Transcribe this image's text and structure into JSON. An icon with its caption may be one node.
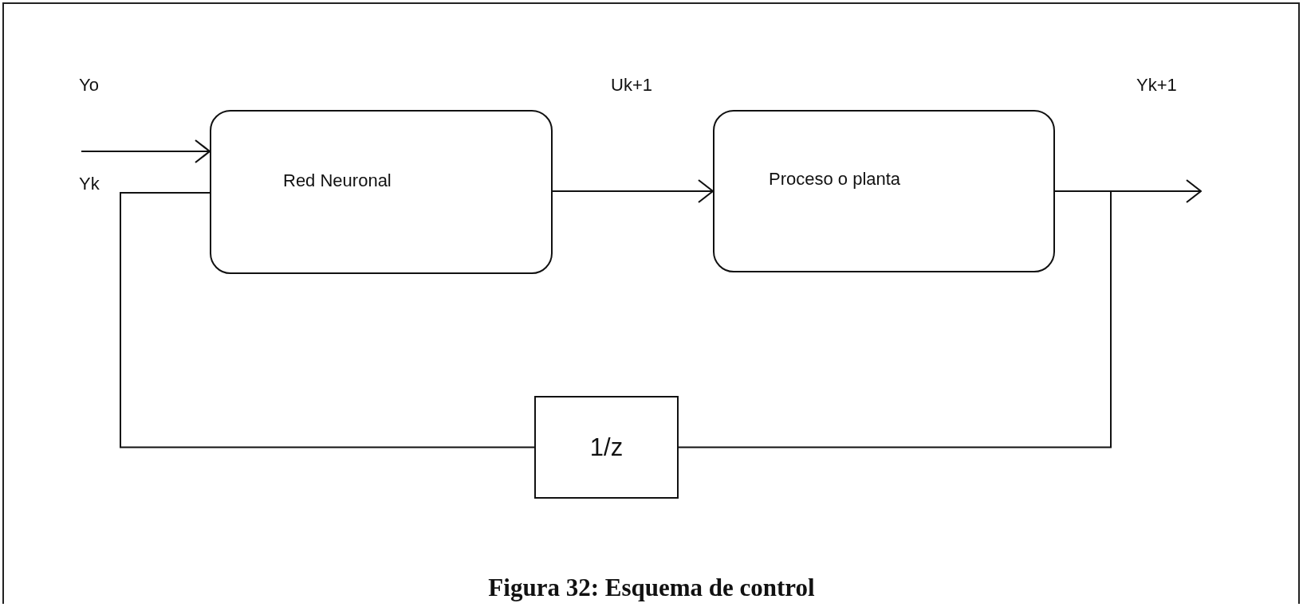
{
  "diagram": {
    "caption": "Figura 32: Esquema de control",
    "nodes": [
      {
        "text": [
          "Red Neuronal"
        ]
      },
      {
        "text": [
          "Proceso o planta"
        ]
      },
      {
        "text": [
          "1/z"
        ]
      }
    ],
    "edges": [
      {
        "from": null,
        "to": 0,
        "arrow": "to"
      },
      {
        "from": 0,
        "to": 1,
        "arrow": "to"
      },
      {
        "from": 1,
        "to": null,
        "arrow": "to"
      },
      {
        "from": 1,
        "to": 2,
        "arrow": "none"
      },
      {
        "from": 2,
        "to": 0,
        "arrow": "none"
      }
    ],
    "labels": [
      "Yo",
      "Uk+1",
      "Yk+1",
      "Yk"
    ]
  }
}
